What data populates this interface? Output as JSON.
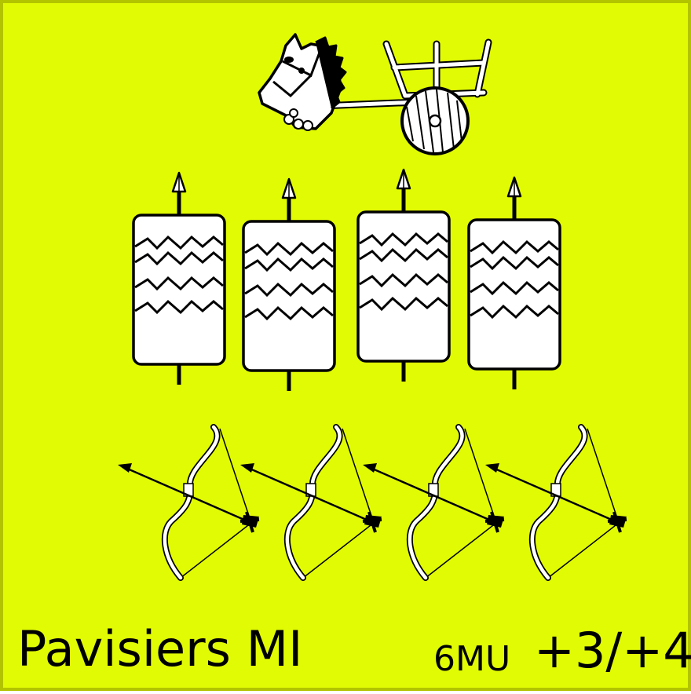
{
  "card": {
    "unit_name": "Pavisiers MI",
    "movement": "6MU",
    "combat_factor": "+3/+4"
  },
  "icons": {
    "chariot": "horse-chariot-icon",
    "pavise": "pavise-shield-icon",
    "bow": "bow-and-arrow-icon"
  },
  "colors": {
    "background": "#e1fb04",
    "border": "#b2c400",
    "ink": "#000000"
  },
  "units": {
    "pavise_count": 4,
    "archer_count": 4
  }
}
